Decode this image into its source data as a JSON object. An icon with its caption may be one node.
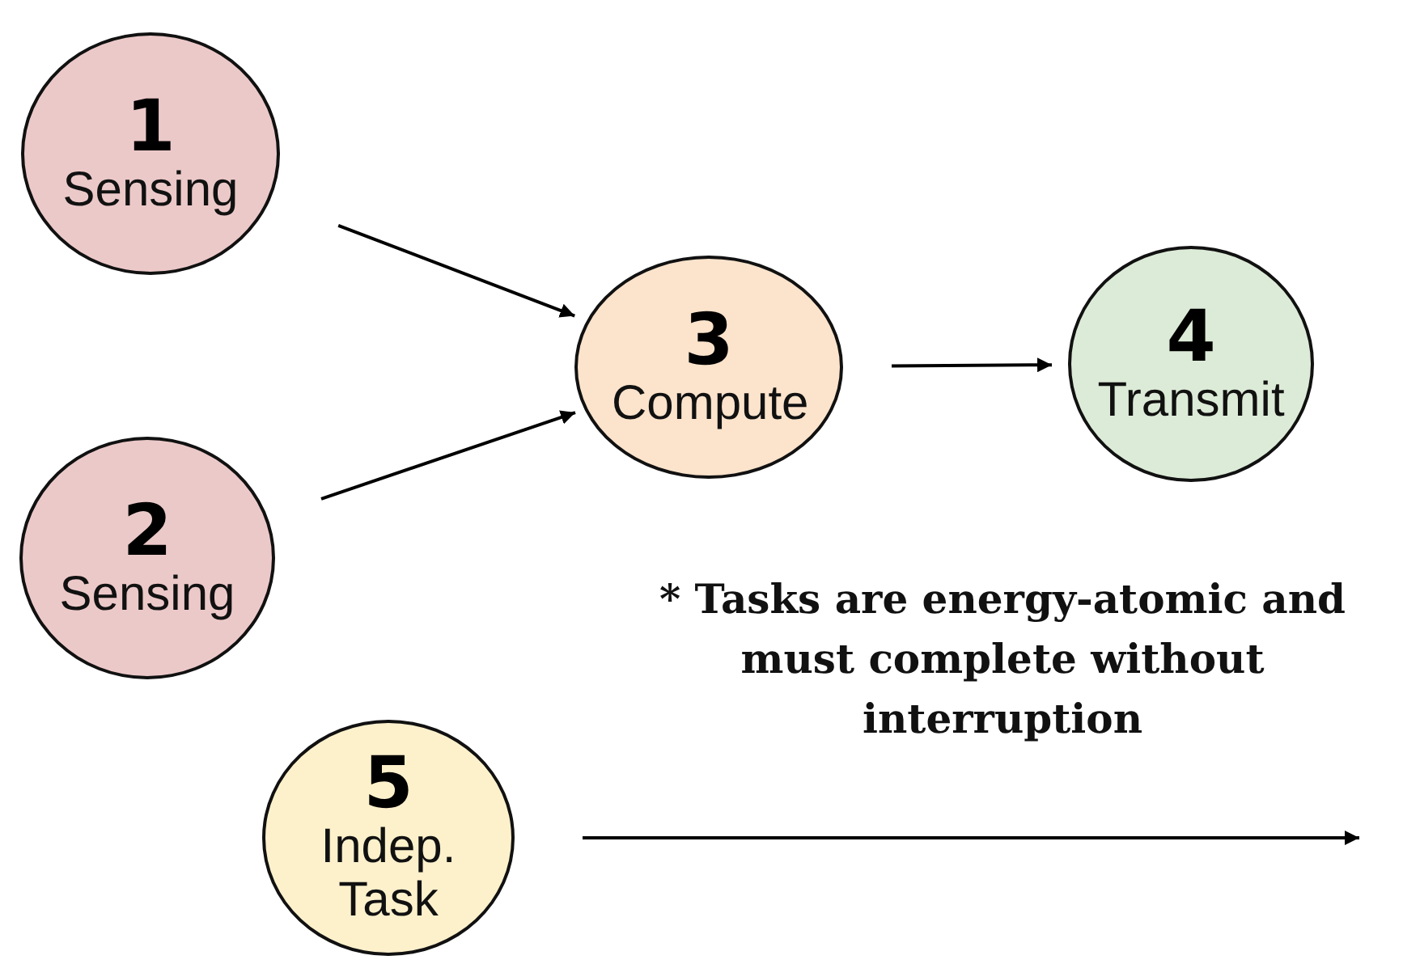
{
  "diagram": {
    "nodes": [
      {
        "text": [
          "1",
          "Sensing"
        ]
      },
      {
        "text": [
          "2",
          "Sensing"
        ]
      },
      {
        "text": [
          "3",
          "Compute"
        ]
      },
      {
        "text": [
          "4",
          "Transmit"
        ]
      },
      {
        "text": [
          "5",
          "Indep. Task"
        ]
      }
    ],
    "edges": [
      {
        "from": 0,
        "to": 2,
        "arrow": "to"
      },
      {
        "from": 1,
        "to": 2,
        "arrow": "to"
      },
      {
        "from": 2,
        "to": 3,
        "arrow": "to"
      },
      {
        "from": 4,
        "to": null,
        "arrow": "to"
      }
    ],
    "labels": [
      "* Tasks are energy-atomic and must complete without interruption"
    ]
  }
}
